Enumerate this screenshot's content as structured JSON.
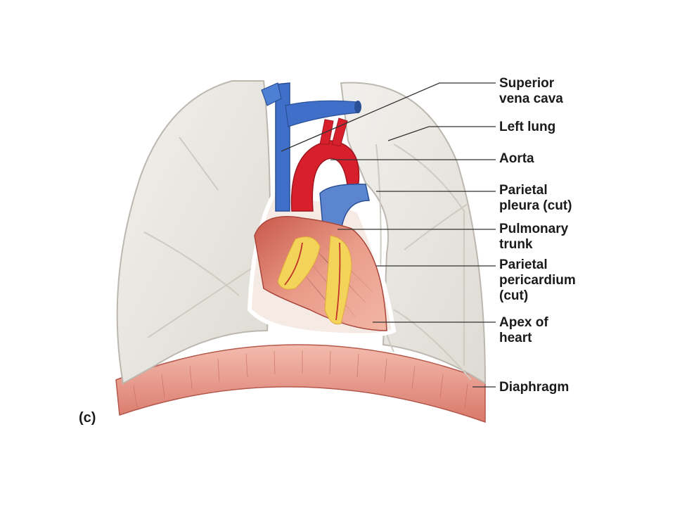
{
  "panel_letter": "(c)",
  "labels": [
    {
      "id": "superior-vena-cava",
      "text": "Superior\nvena cava"
    },
    {
      "id": "left-lung",
      "text": "Left lung"
    },
    {
      "id": "aorta",
      "text": "Aorta"
    },
    {
      "id": "parietal-pleura",
      "text": "Parietal\npleura (cut)"
    },
    {
      "id": "pulmonary-trunk",
      "text": "Pulmonary\ntrunk"
    },
    {
      "id": "parietal-pericardium",
      "text": "Parietal\npericardium\n(cut)"
    },
    {
      "id": "apex-of-heart",
      "text": "Apex of\nheart"
    },
    {
      "id": "diaphragm",
      "text": "Diaphragm"
    }
  ],
  "colors": {
    "lung": "#ebe9e4",
    "lung_edge": "#c9c6bf",
    "vein": "#3f6fc8",
    "artery": "#d8202c",
    "heart": "#e9a08e",
    "fat": "#f4d35a",
    "diaphragm": "#eaa393",
    "leader": "#333333"
  }
}
